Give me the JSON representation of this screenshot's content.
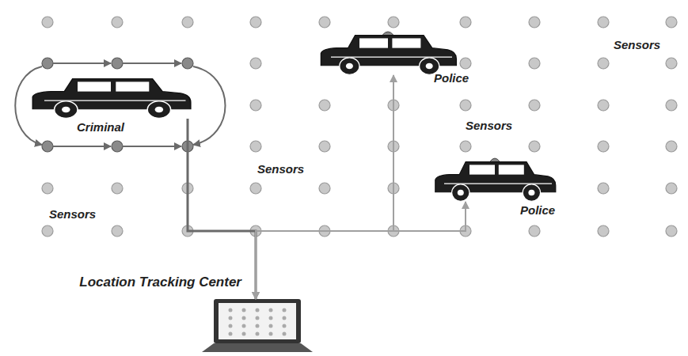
{
  "diagram": {
    "nodes": [
      {
        "text": [
          "Police"
        ]
      },
      {
        "text": [
          "Criminal"
        ]
      },
      {
        "text": [
          "Police"
        ]
      },
      {
        "text": [
          "Location Tracking Center"
        ]
      }
    ],
    "edges": [
      {
        "from": 1,
        "to": 3,
        "arrow": "to"
      },
      {
        "from": 0,
        "to": 3,
        "arrow": "both"
      },
      {
        "from": 2,
        "to": 3,
        "arrow": "both"
      }
    ],
    "labels": [
      "Sensors",
      "Sensors",
      "Sensors",
      "Sensors"
    ]
  }
}
